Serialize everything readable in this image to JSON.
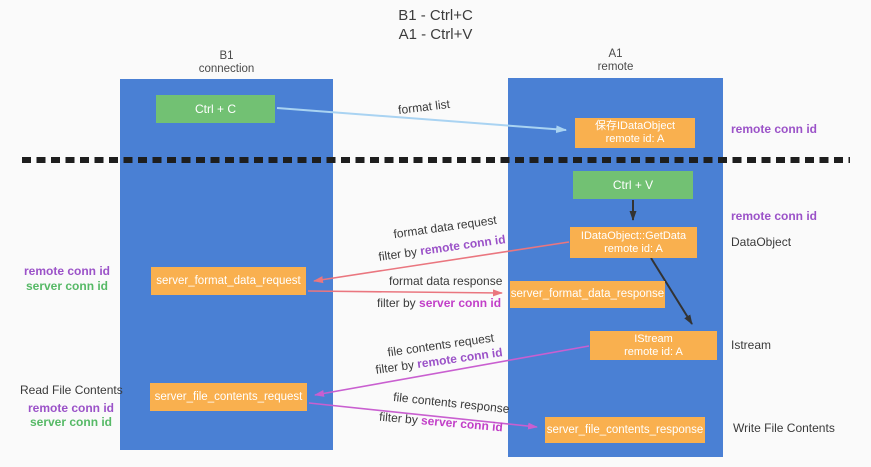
{
  "title": {
    "line1": "B1 - Ctrl+C",
    "line2": "A1 - Ctrl+V"
  },
  "lifelines": {
    "left": {
      "title": "B1",
      "subtitle": "connection"
    },
    "right": {
      "title": "A1",
      "subtitle": "remote"
    }
  },
  "nodes": {
    "ctrl_c": "Ctrl + C",
    "ctrl_v": "Ctrl + V",
    "save_dataobject_line1": "保存IDataObject",
    "save_dataobject_line2": "remote id: A",
    "getdata_line1": "IDataObject::GetData",
    "getdata_line2": "remote id: A",
    "istream_line1": "IStream",
    "istream_line2": "remote id: A",
    "server_format_data_request": "server_format_data_request",
    "server_format_data_response": "server_format_data_response",
    "server_file_contents_request": "server_file_contents_request",
    "server_file_contents_response": "server_file_contents_response"
  },
  "edge_labels": {
    "format_list": "format list",
    "format_data_request": "format data request",
    "format_data_response": "format data response",
    "file_contents_request": "file contents request",
    "file_contents_response": "file contents response",
    "filter_by": "filter by ",
    "remote_conn_id": "remote conn id",
    "server_conn_id": "server conn id"
  },
  "side_labels": {
    "remote_conn_id": "remote conn id",
    "server_conn_id": "server conn id",
    "dataobject": "DataObject",
    "istream": "Istream",
    "read_file_contents": "Read File Contents",
    "write_file_contents": "Write File Contents"
  },
  "colors": {
    "lifeline_blue": "#4a80d4",
    "node_green": "#72c173",
    "node_orange": "#f9b04f",
    "arrow_lightblue": "#a9d3f2",
    "arrow_salmon": "#ea767f",
    "arrow_magenta": "#c95fd0",
    "arrow_black": "#333333",
    "label_purple": "#9b52c8",
    "label_green": "#56b966",
    "label_magenta": "#c23fc8",
    "background": "#fafafa"
  }
}
